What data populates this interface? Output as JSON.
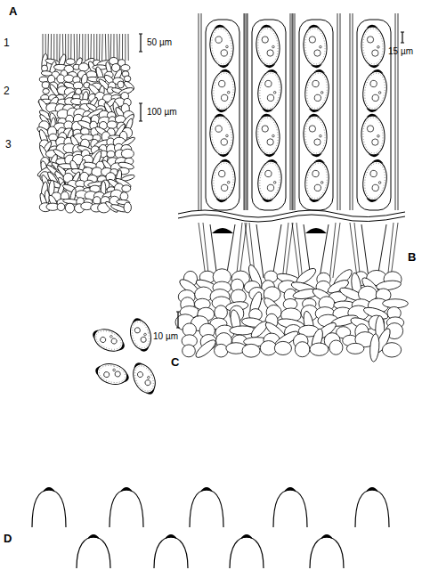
{
  "diagram": {
    "labels": [
      "A",
      "1",
      "2",
      "3",
      "50 µm",
      "100 µm",
      "B",
      "15 µm",
      "C",
      "10 µm",
      "D"
    ]
  }
}
